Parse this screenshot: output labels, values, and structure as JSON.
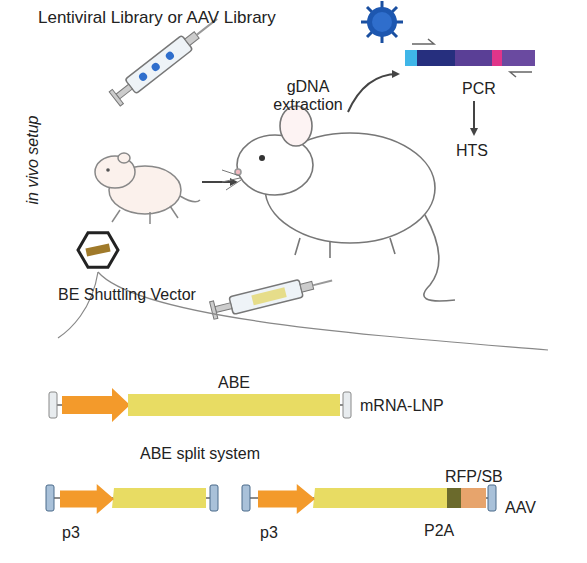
{
  "diagram": {
    "nodes": [
      {
        "text": [
          "ABE"
        ]
      },
      {
        "text": [
          "p3"
        ]
      },
      {
        "text": [
          "p3"
        ]
      },
      {
        "text": [
          "P2A"
        ]
      },
      {
        "text": [
          "RFP/SB"
        ]
      }
    ],
    "labels": [
      "Lentiviral Library or AAV Library",
      "in vivo setup",
      "gDNA extraction",
      "PCR",
      "HTS",
      "BE Shuttling Vector",
      "mRNA-LNP",
      "ABE split system",
      "AAV"
    ]
  }
}
